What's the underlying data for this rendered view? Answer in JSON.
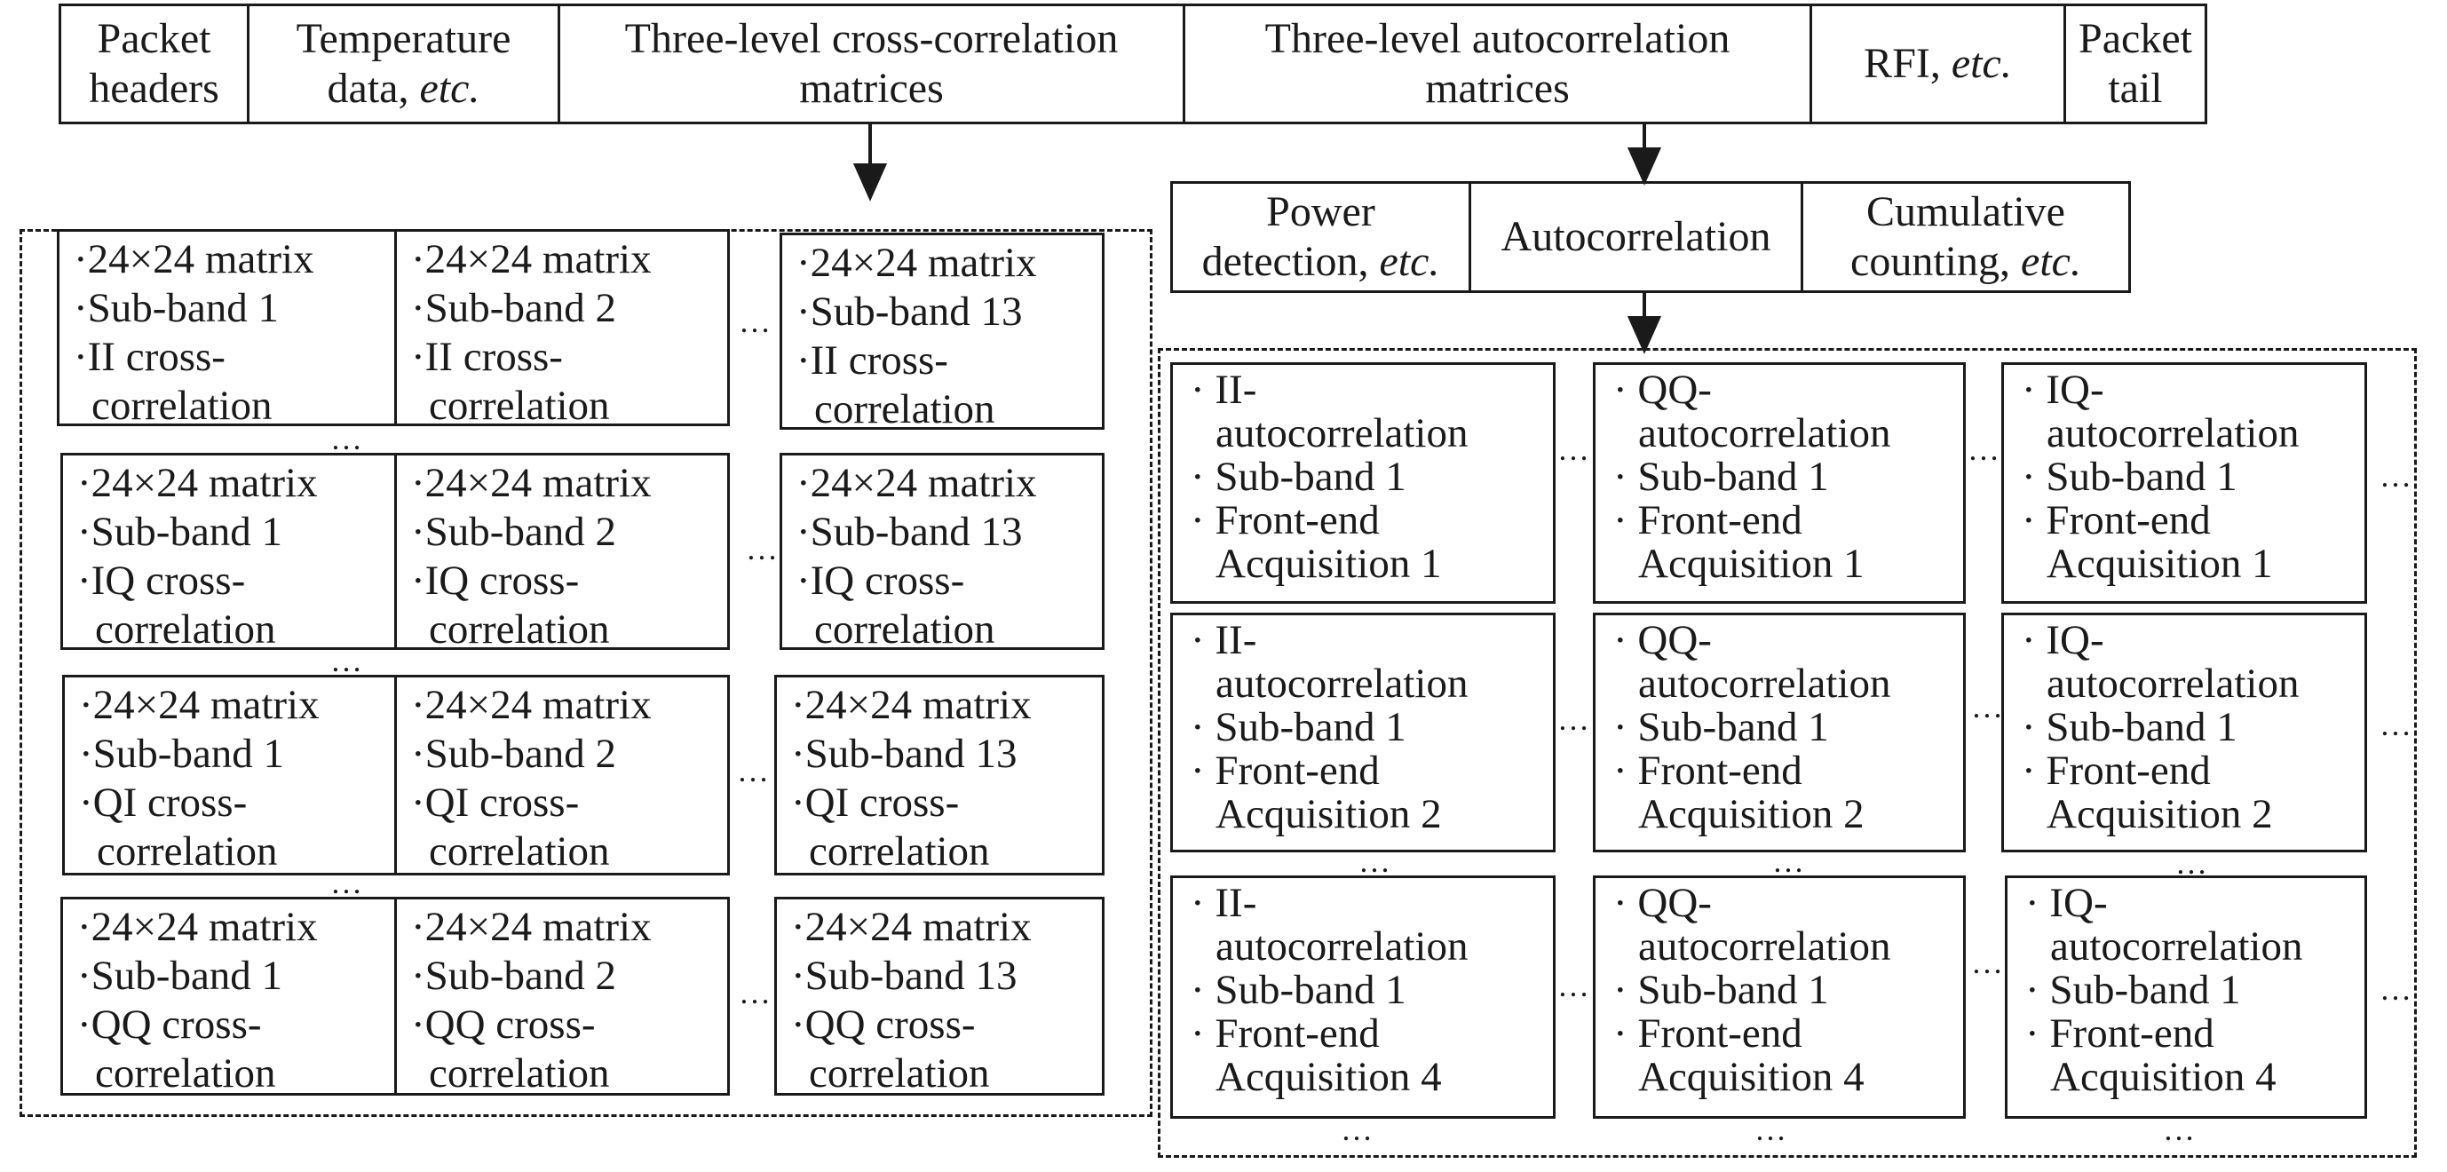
{
  "packet": {
    "fields": [
      {
        "lines": [
          "Packet",
          "headers"
        ],
        "italic_suffix": ""
      },
      {
        "lines": [
          "Temperature",
          "data, "
        ],
        "italic_suffix": "etc."
      },
      {
        "lines": [
          "Three-level cross-correlation",
          "matrices"
        ],
        "italic_suffix": ""
      },
      {
        "lines": [
          "Three-level autocorrelation",
          "matrices"
        ],
        "italic_suffix": ""
      },
      {
        "lines": [
          "RFI, "
        ],
        "italic_suffix": "etc."
      },
      {
        "lines": [
          "Packet",
          "tail"
        ],
        "italic_suffix": ""
      }
    ]
  },
  "auto_header": {
    "fields": [
      {
        "lines": [
          "Power",
          "detection, "
        ],
        "italic_suffix": "etc."
      },
      {
        "lines": [
          "Autocorrelation"
        ],
        "italic_suffix": ""
      },
      {
        "lines": [
          "Cumulative",
          "counting, "
        ],
        "italic_suffix": "etc."
      }
    ]
  },
  "cross_matrices": {
    "rows": [
      {
        "kind": "II",
        "cells": [
          {
            "l1": "·24×24 matrix",
            "l2": "·Sub-band 1",
            "l3": "·II cross-",
            "l4": "correlation"
          },
          {
            "l1": "·24×24 matrix",
            "l2": "·Sub-band 2",
            "l3": "·II cross-",
            "l4": "correlation"
          },
          {
            "l1": "·24×24 matrix",
            "l2": "·Sub-band 13",
            "l3": "·II cross-",
            "l4": "correlation"
          }
        ]
      },
      {
        "kind": "IQ",
        "cells": [
          {
            "l1": "·24×24 matrix",
            "l2": "·Sub-band 1",
            "l3": "·IQ cross-",
            "l4": "correlation"
          },
          {
            "l1": "·24×24 matrix",
            "l2": "·Sub-band 2",
            "l3": "·IQ cross-",
            "l4": "correlation"
          },
          {
            "l1": "·24×24 matrix",
            "l2": "·Sub-band 13",
            "l3": "·IQ cross-",
            "l4": "correlation"
          }
        ]
      },
      {
        "kind": "QI",
        "cells": [
          {
            "l1": "·24×24 matrix",
            "l2": "·Sub-band 1",
            "l3": "·QI cross-",
            "l4": "correlation"
          },
          {
            "l1": "·24×24 matrix",
            "l2": "·Sub-band 2",
            "l3": "·QI cross-",
            "l4": "correlation"
          },
          {
            "l1": "·24×24 matrix",
            "l2": "·Sub-band 13",
            "l3": "·QI cross-",
            "l4": "correlation"
          }
        ]
      },
      {
        "kind": "QQ",
        "cells": [
          {
            "l1": "·24×24 matrix",
            "l2": "·Sub-band 1",
            "l3": "·QQ cross-",
            "l4": "correlation"
          },
          {
            "l1": "·24×24 matrix",
            "l2": "·Sub-band 2",
            "l3": "·QQ cross-",
            "l4": "correlation"
          },
          {
            "l1": "·24×24 matrix",
            "l2": "·Sub-band 13",
            "l3": "·QQ cross-",
            "l4": "correlation"
          }
        ]
      }
    ]
  },
  "auto_matrices": {
    "rows": [
      {
        "acq": "Acquisition 1",
        "cells": [
          {
            "l1": "· II-",
            "l2": "autocorrelation",
            "l3": "· Sub-band 1",
            "l4": "· Front-end",
            "l5": "Acquisition 1"
          },
          {
            "l1": "· QQ-",
            "l2": "autocorrelation",
            "l3": "· Sub-band 1",
            "l4": "· Front-end",
            "l5": "Acquisition 1"
          },
          {
            "l1": "· IQ-",
            "l2": "autocorrelation",
            "l3": "· Sub-band 1",
            "l4": "· Front-end",
            "l5": "Acquisition 1"
          }
        ]
      },
      {
        "acq": "Acquisition 2",
        "cells": [
          {
            "l1": "· II-",
            "l2": "autocorrelation",
            "l3": "· Sub-band 1",
            "l4": "· Front-end",
            "l5": "Acquisition 2"
          },
          {
            "l1": "· QQ-",
            "l2": "autocorrelation",
            "l3": "· Sub-band 1",
            "l4": "· Front-end",
            "l5": "Acquisition 2"
          },
          {
            "l1": "· IQ-",
            "l2": "autocorrelation",
            "l3": "· Sub-band 1",
            "l4": "· Front-end",
            "l5": "Acquisition 2"
          }
        ]
      },
      {
        "acq": "Acquisition 4",
        "cells": [
          {
            "l1": "· II-",
            "l2": "autocorrelation",
            "l3": "· Sub-band 1",
            "l4": "· Front-end",
            "l5": "Acquisition 4"
          },
          {
            "l1": "· QQ-",
            "l2": "autocorrelation",
            "l3": "· Sub-band 1",
            "l4": "· Front-end",
            "l5": "Acquisition 4"
          },
          {
            "l1": "· IQ-",
            "l2": "autocorrelation",
            "l3": "· Sub-band 1",
            "l4": "· Front-end",
            "l5": "Acquisition 4"
          }
        ]
      }
    ]
  },
  "ellipsis": "…"
}
